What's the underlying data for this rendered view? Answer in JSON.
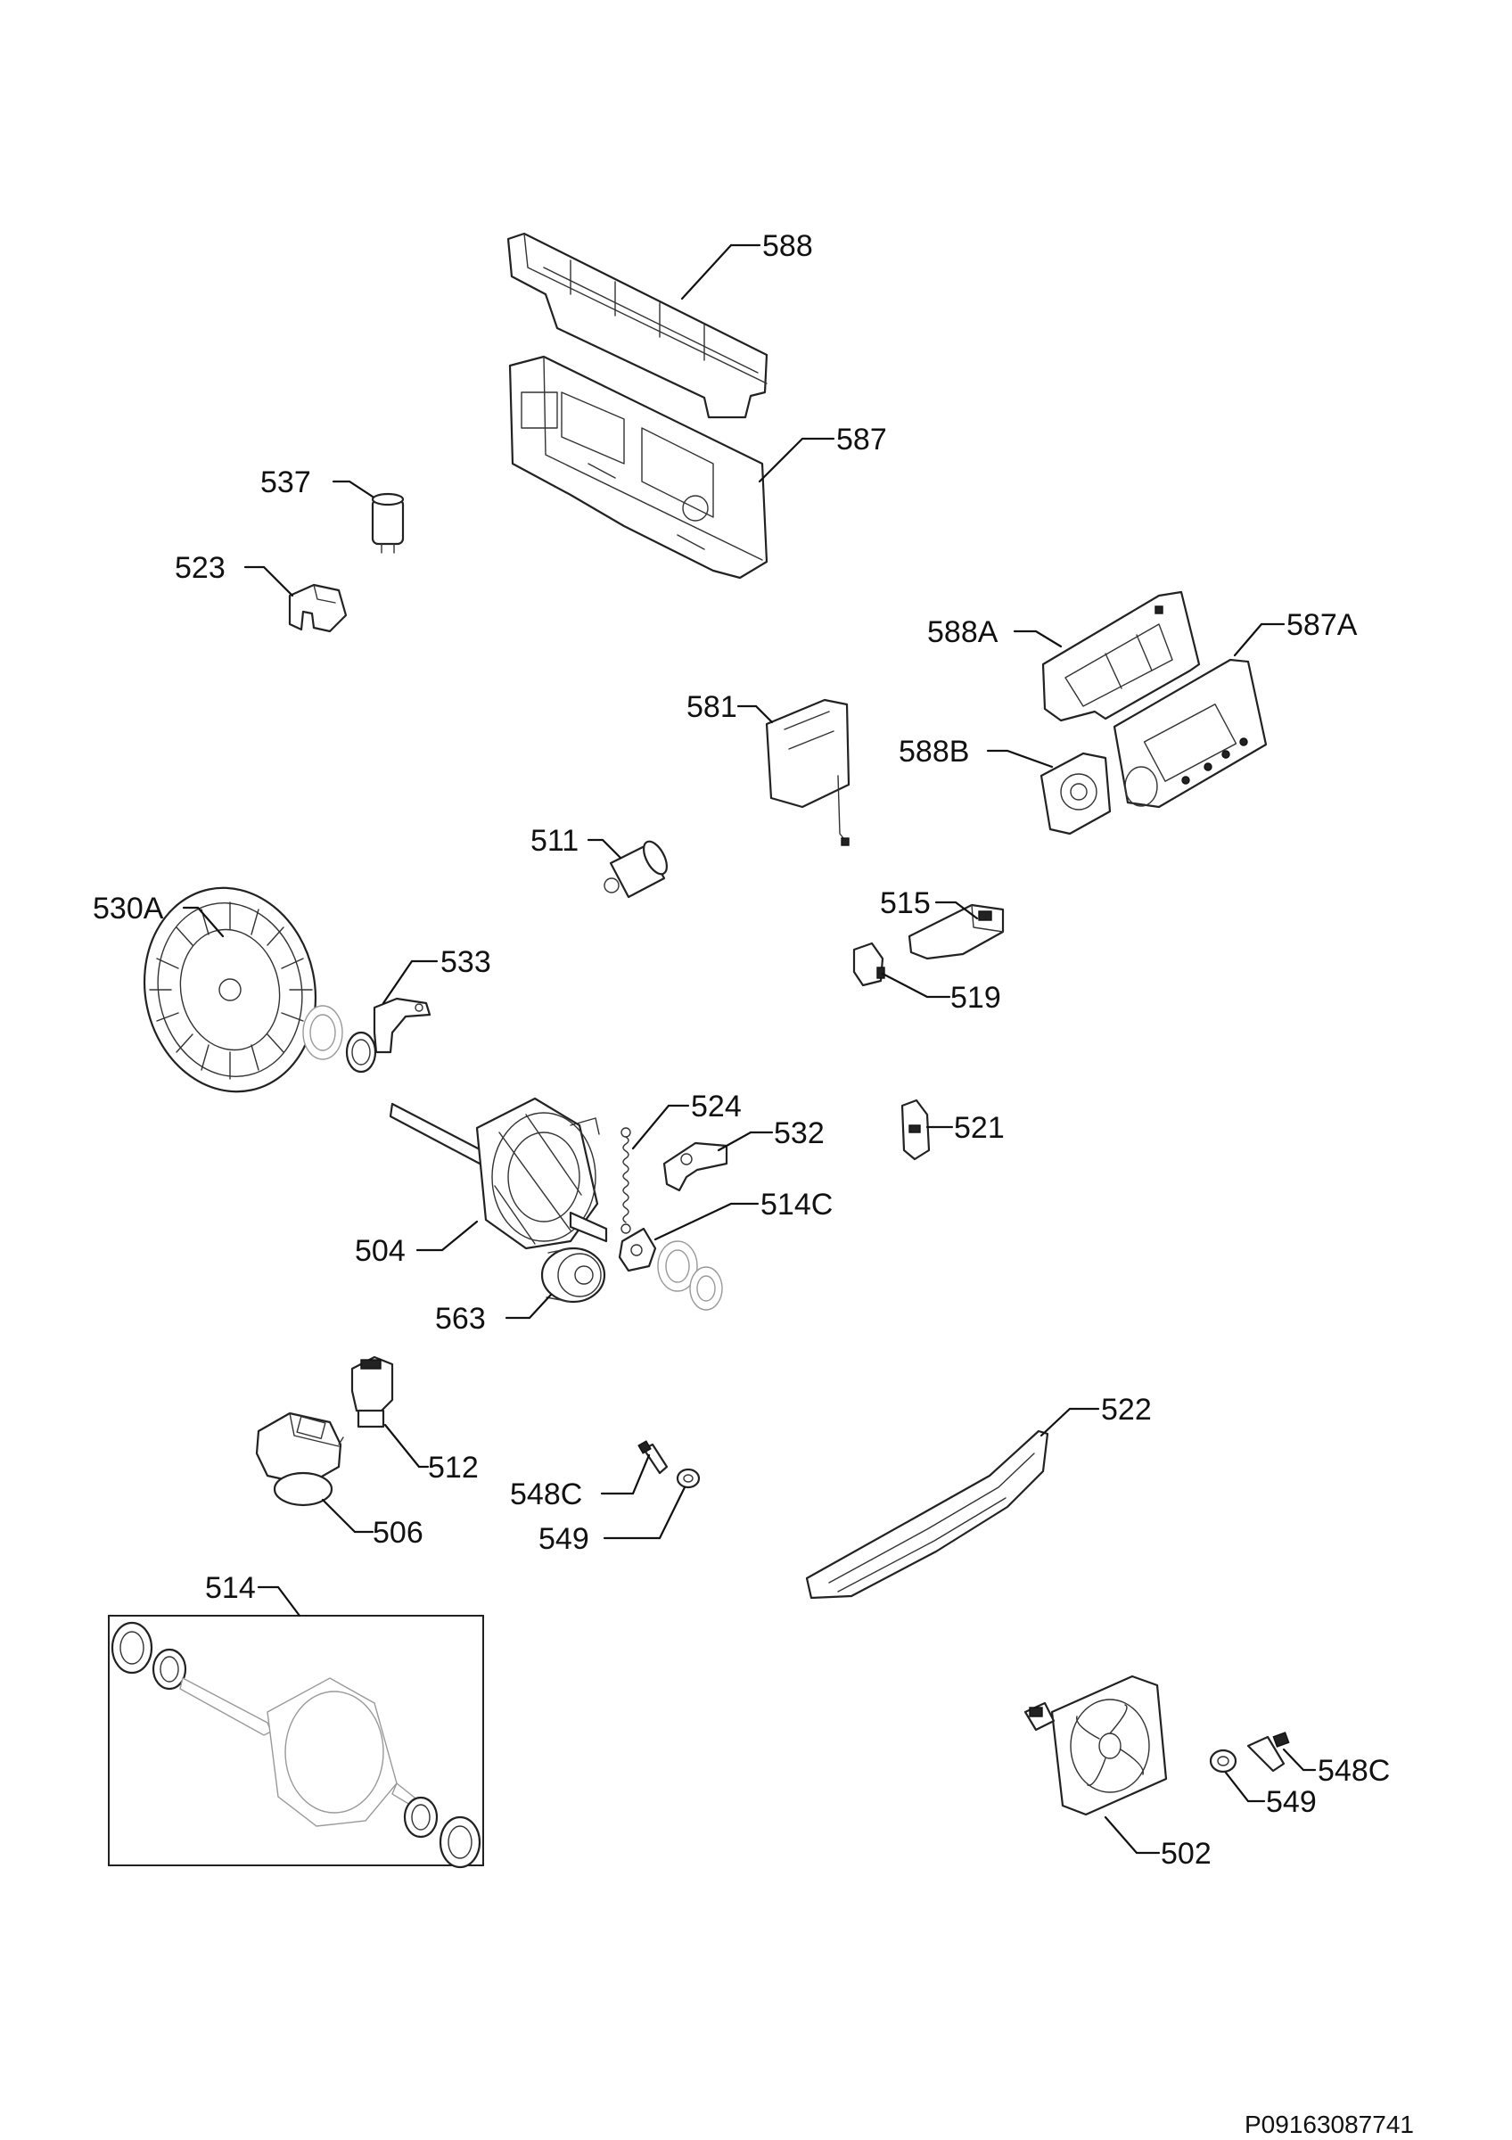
{
  "document_number": "P09163087741",
  "callouts": {
    "c588": "588",
    "c587": "587",
    "c537": "537",
    "c523": "523",
    "c588A": "588A",
    "c587A": "587A",
    "c581": "581",
    "c588B": "588B",
    "c511": "511",
    "c530A": "530A",
    "c533": "533",
    "c515": "515",
    "c519": "519",
    "c524": "524",
    "c532": "532",
    "c521": "521",
    "c514C": "514C",
    "c504": "504",
    "c563": "563",
    "c522": "522",
    "c512": "512",
    "c548C_a": "548C",
    "c549_a": "549",
    "c506": "506",
    "c514": "514",
    "c548C_b": "548C",
    "c549_b": "549",
    "c502": "502"
  }
}
